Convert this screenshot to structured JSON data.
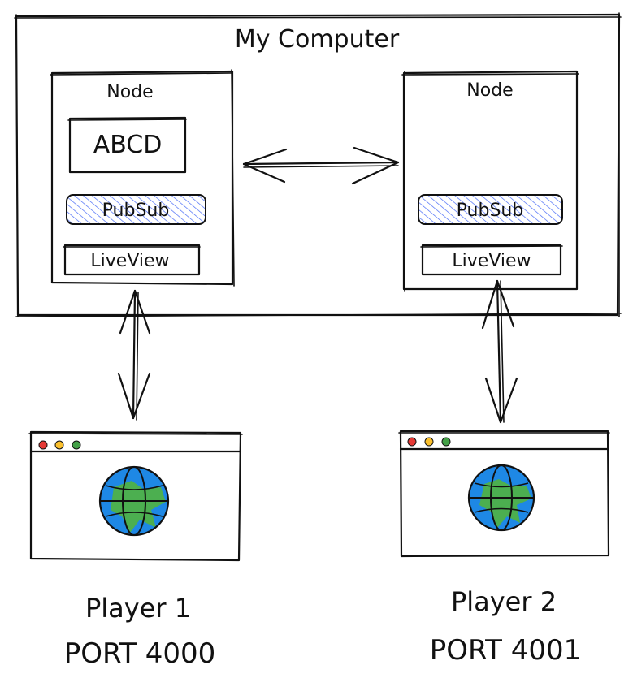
{
  "computer": {
    "title": "My Computer"
  },
  "node_left": {
    "label": "Node",
    "state_box": "ABCD",
    "pubsub": "PubSub",
    "liveview": "LiveView"
  },
  "node_right": {
    "label": "Node",
    "pubsub": "PubSub",
    "liveview": "LiveView"
  },
  "players": [
    {
      "name": "Player 1",
      "port": "PORT 4000"
    },
    {
      "name": "Player 2",
      "port": "PORT 4001"
    }
  ],
  "colors": {
    "ink": "#111111",
    "hatch": "#4a6cf7",
    "globe_ocean": "#1e88e5",
    "globe_land": "#4caf50",
    "dot_red": "#e53935",
    "dot_yellow": "#fbc02d",
    "dot_green": "#43a047"
  },
  "icons": [
    "globe-icon",
    "window-dots-icon",
    "double-arrow-icon"
  ]
}
